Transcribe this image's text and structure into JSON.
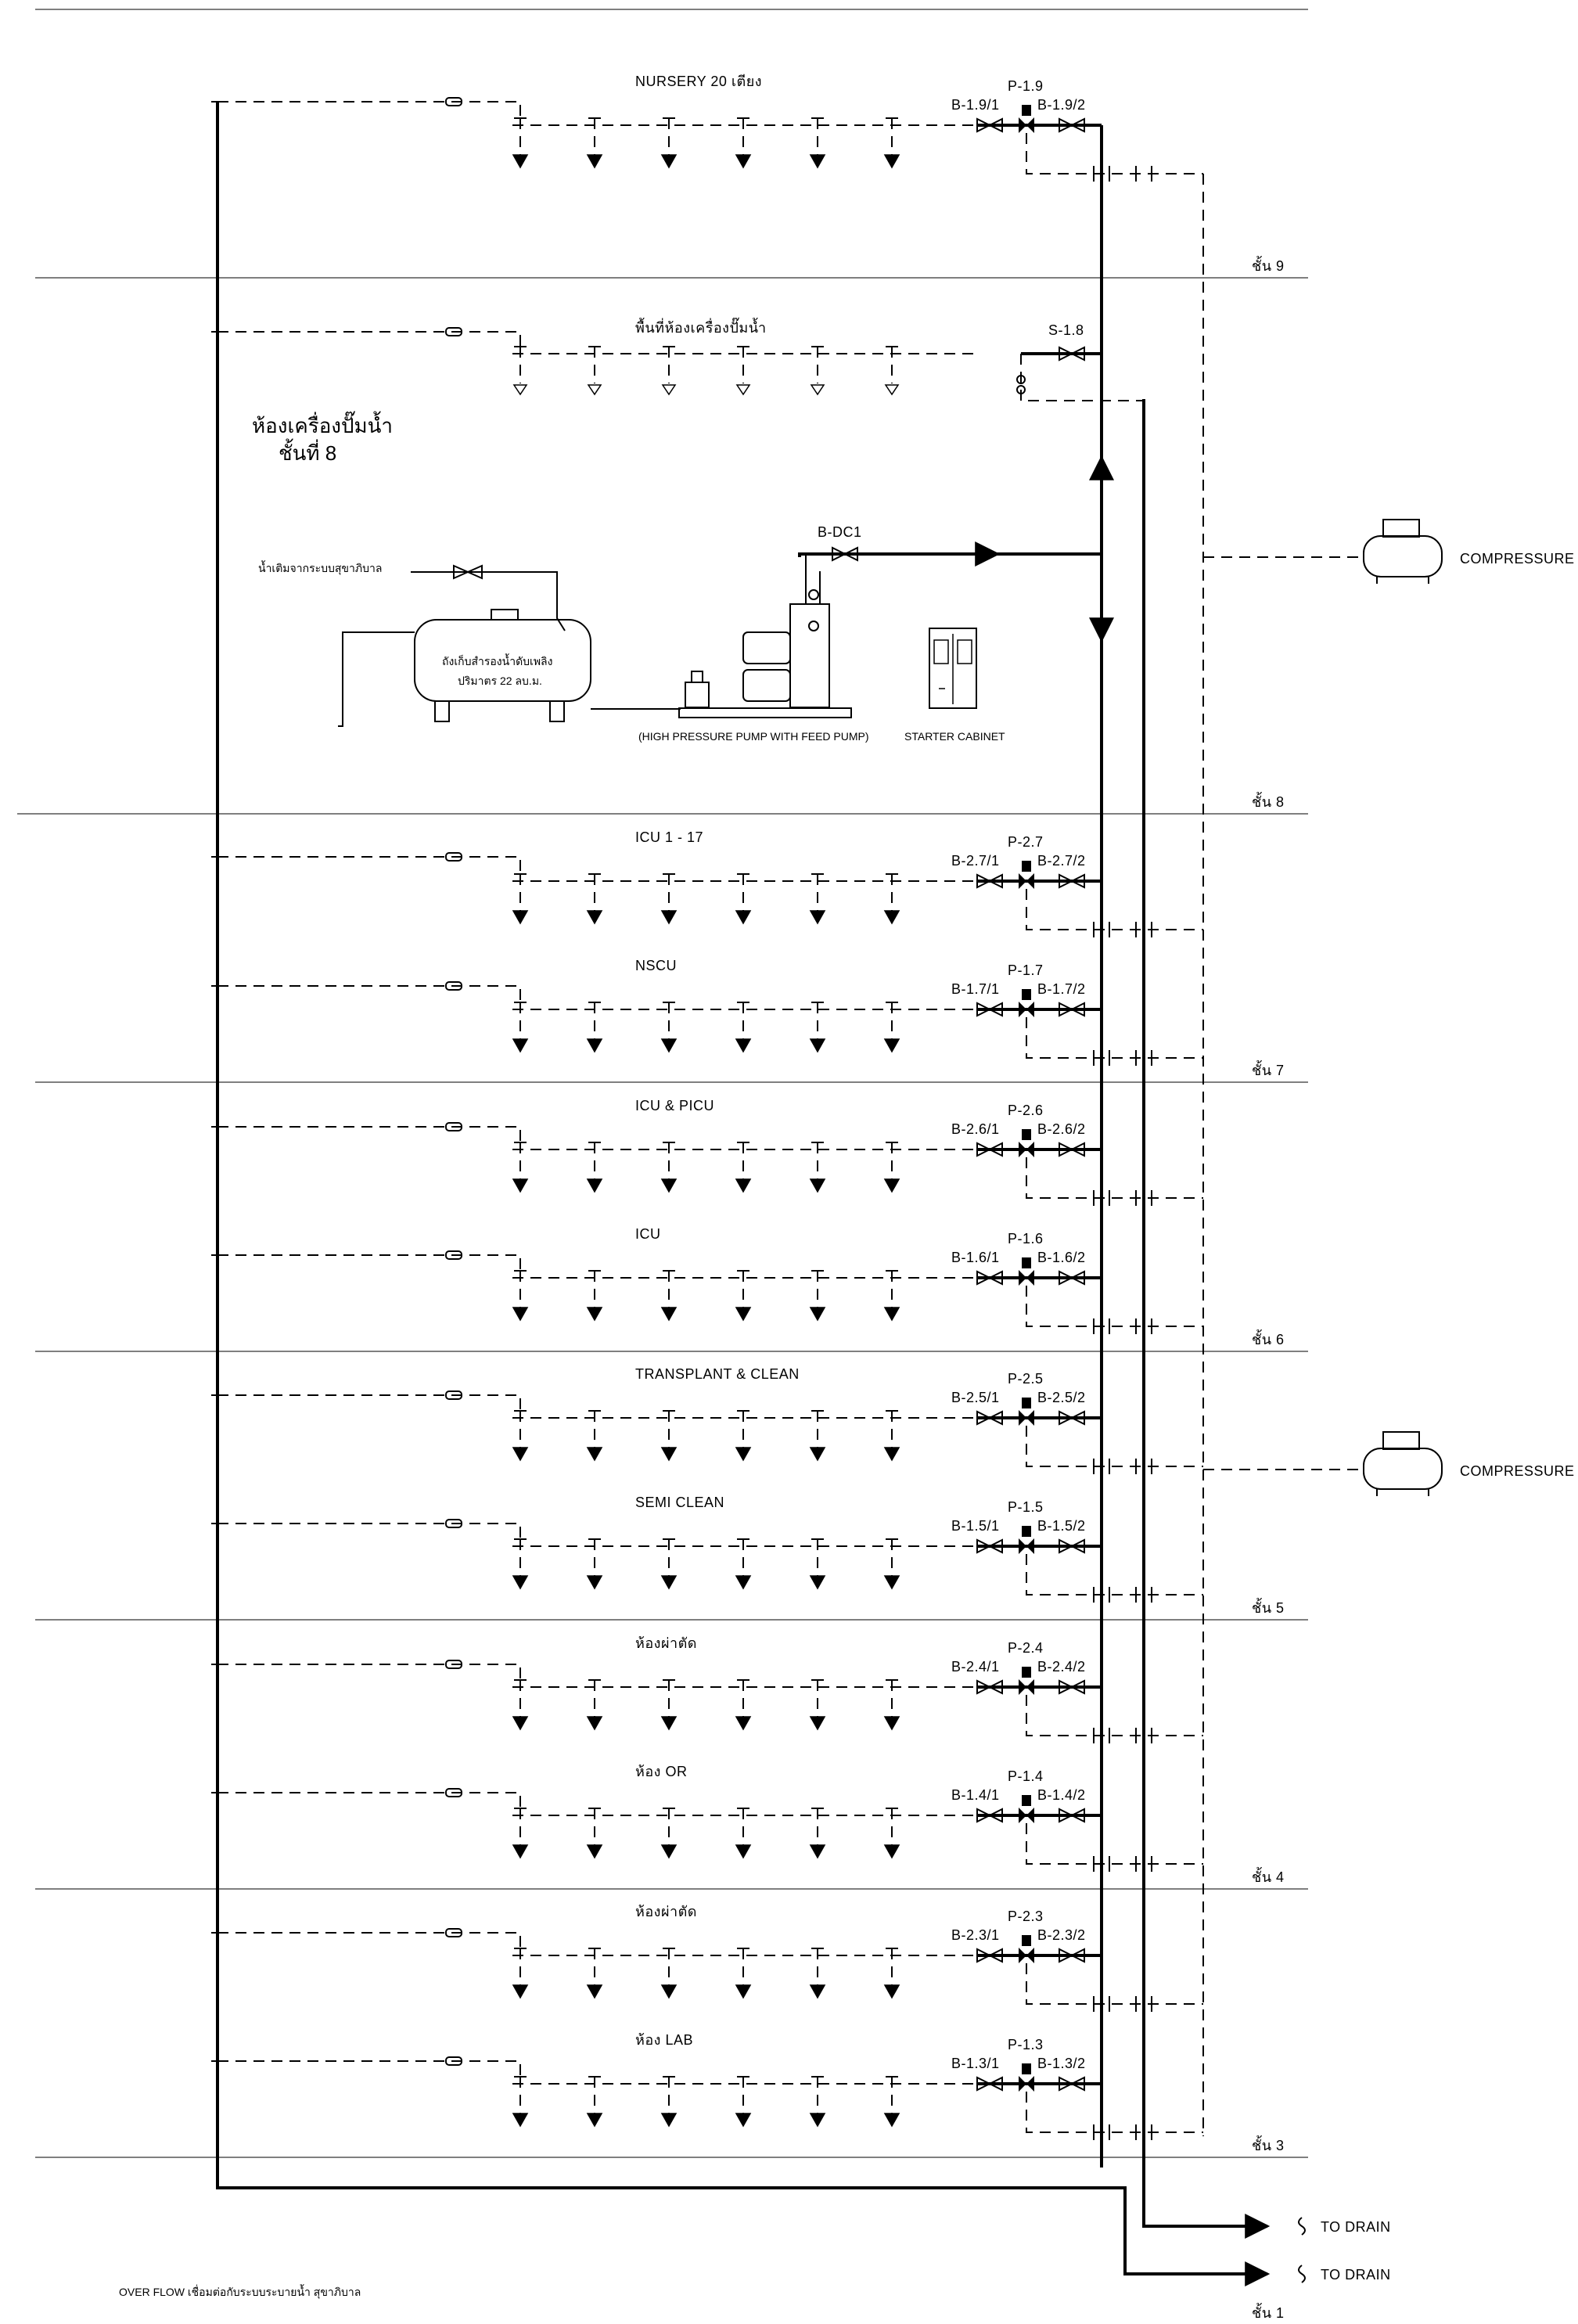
{
  "floors": [
    {
      "label": "ชั้น 9"
    },
    {
      "label": "ชั้น 8"
    },
    {
      "label": "ชั้น 7"
    },
    {
      "label": "ชั้น 6"
    },
    {
      "label": "ชั้น 5"
    },
    {
      "label": "ชั้น 4"
    },
    {
      "label": "ชั้น 3"
    },
    {
      "label": "ชั้น 1"
    }
  ],
  "zones": [
    {
      "name": "NURSERY 20 เตียง",
      "panel": "P-1.9",
      "valve_left": "B-1.9/1",
      "valve_right": "B-1.9/2"
    },
    {
      "name": "ICU 1 - 17",
      "panel": "P-2.7",
      "valve_left": "B-2.7/1",
      "valve_right": "B-2.7/2"
    },
    {
      "name": "NSCU",
      "panel": "P-1.7",
      "valve_left": "B-1.7/1",
      "valve_right": "B-1.7/2"
    },
    {
      "name": "ICU & PICU",
      "panel": "P-2.6",
      "valve_left": "B-2.6/1",
      "valve_right": "B-2.6/2"
    },
    {
      "name": "ICU",
      "panel": "P-1.6",
      "valve_left": "B-1.6/1",
      "valve_right": "B-1.6/2"
    },
    {
      "name": "TRANSPLANT & CLEAN",
      "panel": "P-2.5",
      "valve_left": "B-2.5/1",
      "valve_right": "B-2.5/2"
    },
    {
      "name": "SEMI CLEAN",
      "panel": "P-1.5",
      "valve_left": "B-1.5/1",
      "valve_right": "B-1.5/2"
    },
    {
      "name": "ห้องผ่าตัด",
      "panel": "P-2.4",
      "valve_left": "B-2.4/1",
      "valve_right": "B-2.4/2"
    },
    {
      "name": "ห้อง OR",
      "panel": "P-1.4",
      "valve_left": "B-1.4/1",
      "valve_right": "B-1.4/2"
    },
    {
      "name": "ห้องผ่าตัด",
      "panel": "P-2.3",
      "valve_left": "B-2.3/1",
      "valve_right": "B-2.3/2"
    },
    {
      "name": "ห้อง LAB",
      "panel": "P-1.3",
      "valve_left": "B-1.3/1",
      "valve_right": "B-1.3/2"
    }
  ],
  "pump_room_zone": {
    "name": "พื้นที่ห้องเครื่องปั๊มน้ำ",
    "valve": "S-1.8"
  },
  "pump_room_title": {
    "line1": "ห้องเครื่องปั๊มน้ำ",
    "line2": "ชั้นที่ 8"
  },
  "equipment": {
    "supply_label": "น้ำเติมจากระบบสุขาภิบาล",
    "tank_line1": "ถังเก็บสำรองน้ำดับเพลิง",
    "tank_line2": "ปริมาตร 22 ลบ.ม.",
    "pump_caption": "(HIGH PRESSURE PUMP WITH FEED PUMP)",
    "cabinet_caption": "STARTER CABINET",
    "discharge_valve": "B-DC1"
  },
  "compressors": [
    {
      "label": "COMPRESSURE"
    },
    {
      "label": "COMPRESSURE"
    }
  ],
  "drains": [
    {
      "label": "TO DRAIN"
    },
    {
      "label": "TO DRAIN"
    }
  ],
  "footnote": "OVER FLOW เชื่อมต่อกับระบบระบายน้ำ สุขาภิบาล"
}
